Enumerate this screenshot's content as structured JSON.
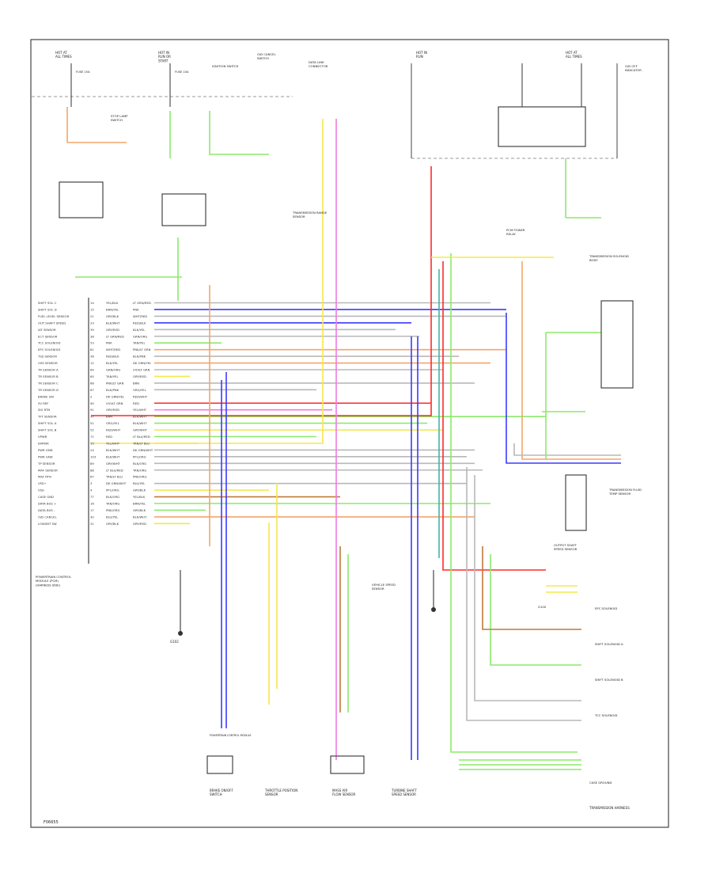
{
  "diagram": {
    "figure_id": "F06655",
    "module_title": "POWERTRAIN CONTROL MODULE",
    "pcm_label": "POWERTRAIN CONTROL MODULE (PCM) (HARNESS SIDE)",
    "pins_left": [
      "SHIFT SOL C",
      "SHIFT SOL D",
      "FUEL LEVEL SENSOR",
      "OUT SHAFT SPEED",
      "IAT SENSOR",
      "ECT SENSOR",
      "TCC SOLENOID",
      "EPC SOLENOID",
      "TSS SENSOR",
      "OSS SENSOR",
      "TR SENSOR A",
      "TR SENSOR B",
      "TR SENSOR C",
      "TR SENSOR D",
      "BRAKE SW",
      "5V REF",
      "SIG RTN",
      "TFT SENSOR",
      "SHIFT SOL A",
      "SHIFT SOL B",
      "VPWR",
      "KAPWR",
      "PWR GND",
      "PWR GND",
      "TP SENSOR",
      "MAF SENSOR",
      "MAF RTN",
      "VSS+",
      "VSS-",
      "CASE GND",
      "DATA BUS +",
      "DATA BUS -",
      "O/D CANCEL",
      "LOW/INT SW"
    ],
    "pin_numbers": [
      "14",
      "15",
      "21",
      "33",
      "39",
      "38",
      "53",
      "81",
      "36",
      "12",
      "64",
      "65",
      "66",
      "67",
      "2",
      "90",
      "91",
      "37",
      "51",
      "52",
      "71",
      "55",
      "24",
      "103",
      "89",
      "88",
      "87",
      "3",
      "4",
      "77",
      "16",
      "17",
      "30",
      "31"
    ],
    "wire_colors": [
      "YEL/BLK",
      "BRN/YEL",
      "GRY/BLK",
      "BLK/WHT",
      "GRY/RED",
      "LT GRN/RED",
      "PNK",
      "WHT/RED",
      "RED/BLK",
      "BLK/YEL",
      "GRN/ORG",
      "TAN/YEL",
      "PNK/LT GRN",
      "BLK/PNK",
      "DK GRN/YEL",
      "VIO/LT GRN",
      "GRY/RED",
      "BRN",
      "ORG/YEL",
      "RED/WHT",
      "RED",
      "YEL/WHT",
      "BLK/WHT",
      "BLK/WHT",
      "GRY/WHT",
      "LT BLU/RED",
      "TAN/LT BLU",
      "DK GRN/WHT",
      "PPL/ORG",
      "BLK/ORG",
      "TAN/ORG",
      "PNK/ORG",
      "BLU/YEL",
      "GRY/BLK"
    ],
    "top_labels": {
      "fuse_a": "HOT AT ALL TIMES",
      "fuse_b": "HOT IN RUN OR START",
      "fuse_a_rating": "FUSE 15A",
      "fuse_b_rating": "FUSE 10A",
      "brake_switch": "STOP LAMP SWITCH",
      "tr_sensor": "TRANSMISSION RANGE SENSOR",
      "data_link": "DATA LINK CONNECTOR",
      "od_cancel": "O/D CANCEL SWITCH",
      "ign_switch": "IGNITION SWITCH",
      "main_relay": "PCM POWER RELAY",
      "shift_lamp": "O/D OFF INDICATOR",
      "hot_run": "HOT IN RUN",
      "hot_always": "HOT AT ALL TIMES"
    },
    "right_labels": {
      "trans_solenoid": "TRANSMISSION SOLENOID BODY",
      "epc": "EPC SOLENOID",
      "shift_a": "SHIFT SOLENOID A",
      "shift_b": "SHIFT SOLENOID B",
      "tcc": "TCC SOLENOID",
      "tft": "TRANSMISSION FLUID TEMP SENSOR",
      "oss_label": "OUTPUT SHAFT SPEED SENSOR",
      "case_ground": "CASE GROUND",
      "ground": "G100",
      "vss": "VEHICLE SPEED SENSOR"
    },
    "bottom_labels": {
      "b1": "BRAKE ON/OFF SWITCH",
      "b2": "THROTTLE POSITION SENSOR",
      "b3": "MASS AIR FLOW SENSOR",
      "b4": "TURBINE SHAFT SPEED SENSOR",
      "b5": "TRANSMISSION HARNESS",
      "g1": "G102"
    },
    "colors": {
      "red": "#ff2a2a",
      "blue": "#3b3bff",
      "green": "#8bea6a",
      "yellow": "#f5e84a",
      "orange": "#f2a66b",
      "pink": "#f07ae6",
      "gray": "#b8b8b8",
      "brown": "#c07a3a",
      "teal": "#44b3a8",
      "frame": "#444444"
    }
  }
}
